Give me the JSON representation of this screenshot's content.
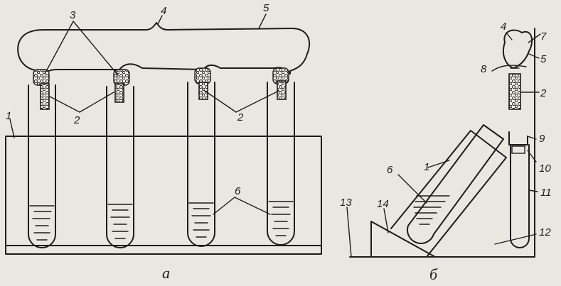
{
  "labels": {
    "a_1": "1",
    "a_2_left": "2",
    "a_2_right": "2",
    "a_3": "3",
    "a_4": "4",
    "a_5": "5",
    "a_6": "6",
    "b_1": "1",
    "b_2": "2",
    "b_4": "4",
    "b_5": "5",
    "b_6": "6",
    "b_7": "7",
    "b_8": "8",
    "b_9": "9",
    "b_10": "10",
    "b_11": "11",
    "b_12": "12",
    "b_13": "13",
    "b_14": "14"
  },
  "captions": {
    "left": "а",
    "right": "б"
  }
}
